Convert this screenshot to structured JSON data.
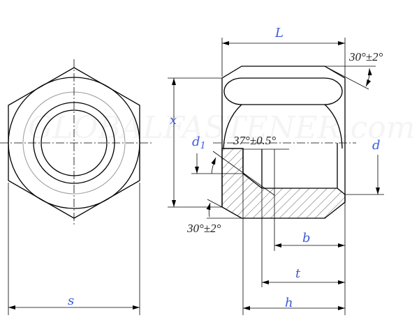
{
  "watermark": "GLOBALFASTENER.com",
  "labels": {
    "L": "L",
    "x": "x",
    "d1_main": "d",
    "d1_sub": "1",
    "d": "d",
    "s": "s",
    "b": "b",
    "t": "t",
    "h": "h"
  },
  "angles": {
    "top_chamfer": "30°±2°",
    "thread_cone": "37°±0.5°",
    "bottom_chamfer": "30°±2°"
  },
  "colors": {
    "label": "#3b5bdb",
    "line": "#000000",
    "hatch": "#333333"
  }
}
